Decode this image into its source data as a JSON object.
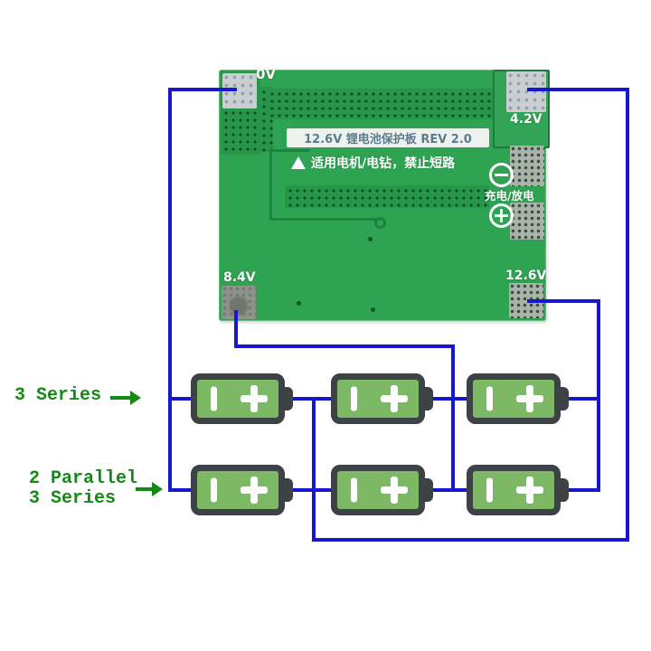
{
  "board": {
    "title": "12.6V 锂电池保护板 REV 2.0",
    "warning": "适用电机/电钻，禁止短路",
    "charge_discharge": "充电/放电",
    "pad_labels": {
      "pack_negative": "0V",
      "cell1_tap": "4.2V",
      "cell2_tap": "8.4V",
      "pack_positive": "12.6V"
    }
  },
  "annotations": {
    "series": "3 Series",
    "parallel_line1": "2 Parallel",
    "parallel_line2": "3 Series"
  },
  "pack": {
    "rows": 2,
    "cells_per_row": 3,
    "configuration": "2P3S"
  },
  "icons": {
    "warning": "warning-triangle",
    "discharge_port": "minus-circle",
    "charge_port": "plus-circle",
    "battery_negative_terminal": "vertical-bar",
    "battery_positive_terminal": "plus"
  },
  "colors": {
    "pcb_green": "#2ea351",
    "pcb_panel_dark": "#27954a",
    "battery_fill": "#7db964",
    "battery_border": "#3d4246",
    "wire_blue": "#1717cd",
    "annotation_green": "#148a14",
    "title_text": "#5b7b8c",
    "title_strip_bg": "#eef2ee"
  }
}
